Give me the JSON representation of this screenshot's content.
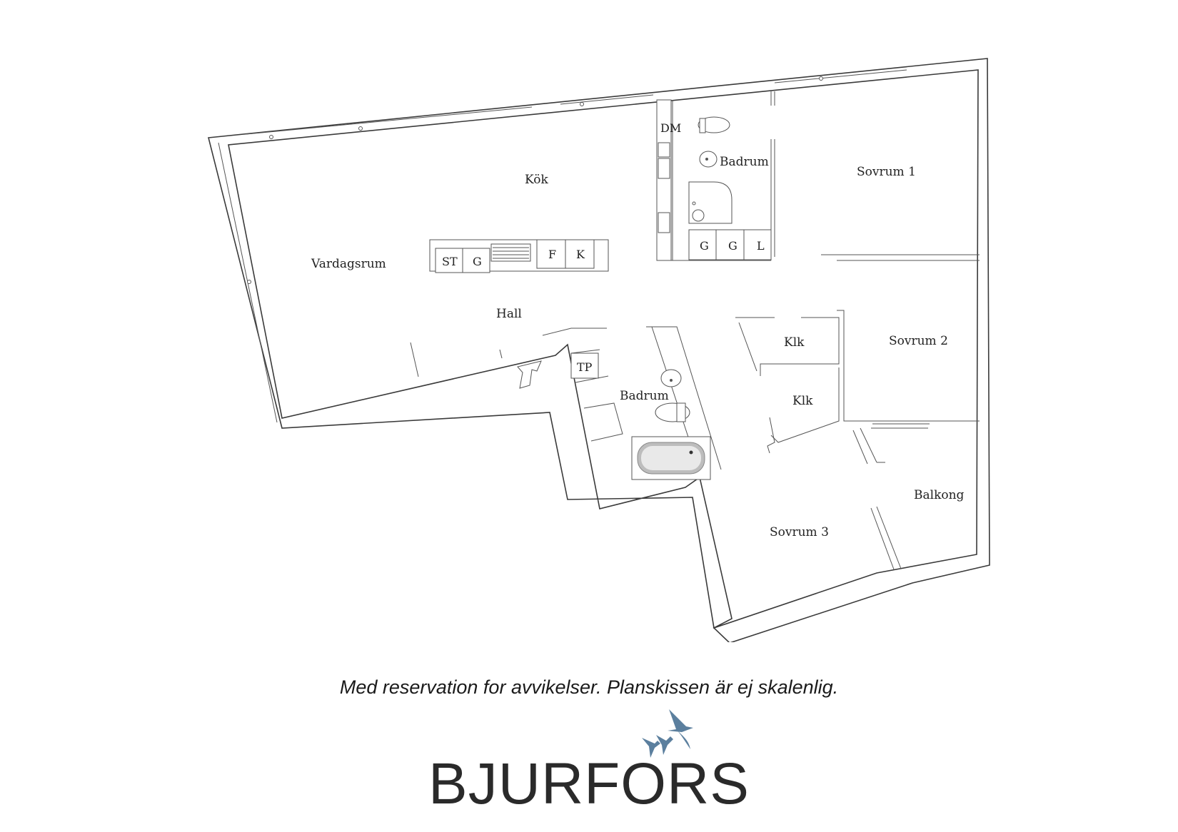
{
  "rooms": {
    "kok": "Kök",
    "vardagsrum": "Vardagsrum",
    "hall": "Hall",
    "badrum_1": "Badrum",
    "badrum_2": "Badrum",
    "sovrum_1": "Sovrum 1",
    "sovrum_2": "Sovrum 2",
    "sovrum_3": "Sovrum 3",
    "klk_1": "Klk",
    "klk_2": "Klk",
    "balkong": "Balkong"
  },
  "fixtures": {
    "dm": "DM",
    "st": "ST",
    "g_kitchen": "G",
    "f": "F",
    "k": "K",
    "g_laundry_1": "G",
    "g_laundry_2": "G",
    "l": "L",
    "tp": "TP"
  },
  "disclaimer": "Med reservation for avvikelser. Planskissen är ej skalenlig.",
  "brand": "BJURFORS",
  "colors": {
    "wall": "#3a3a3a",
    "logo_birds": "#5b7f9e",
    "text": "#222222"
  }
}
